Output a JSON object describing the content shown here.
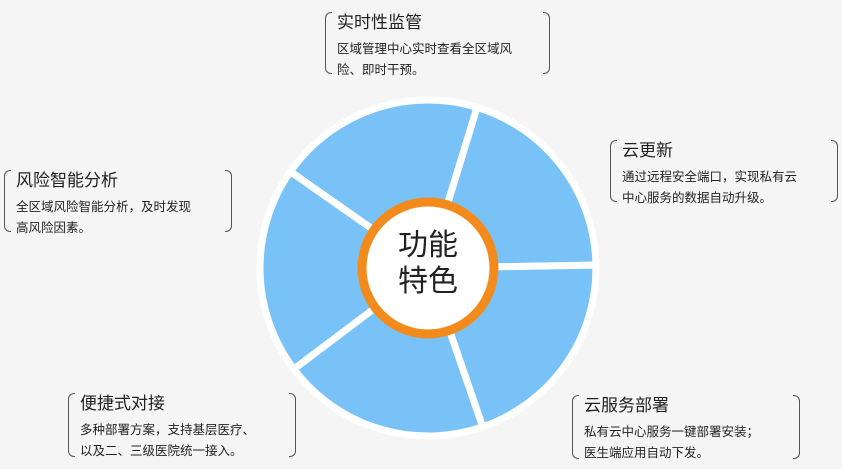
{
  "center": {
    "lines": [
      "功能",
      "特色"
    ]
  },
  "features": {
    "realtime": {
      "title": "实时性监管",
      "desc": [
        "区域管理中心实时查看全区域风",
        "险、即时干预。"
      ]
    },
    "cloud_update": {
      "title": "云更新",
      "desc": [
        "通过远程安全端口，实现私有云",
        "中心服务的数据自动升级。"
      ]
    },
    "cloud_deploy": {
      "title": "云服务部署",
      "desc": [
        "私有云中心服务一键部署安装；",
        "医生端应用自动下发。"
      ]
    },
    "easy_access": {
      "title": "便捷式对接",
      "desc": [
        "多种部署方案，支持基层医疗、",
        "以及二、三级医院统一接入。"
      ]
    },
    "risk_analysis": {
      "title": "风险智能分析",
      "desc": [
        "全区域风险智能分析，及时发现",
        "高风险因素。"
      ]
    }
  },
  "colors": {
    "segment": "#79c2f8",
    "gap": "#ffffff",
    "ring": "#f28a1c",
    "center_fill": "#ffffff",
    "background": "#f5f5f5"
  }
}
